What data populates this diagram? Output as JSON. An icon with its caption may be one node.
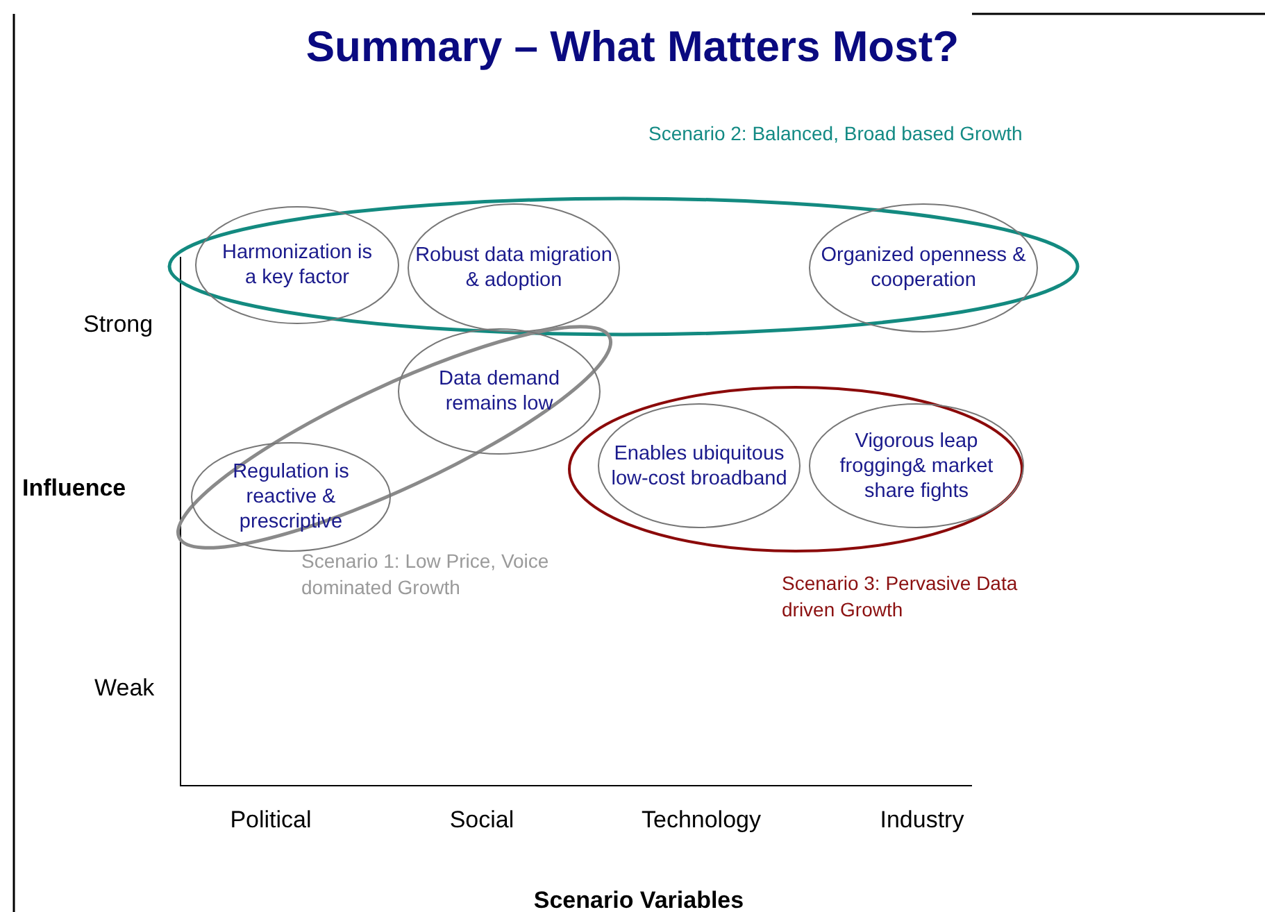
{
  "diagram": {
    "title": "Summary – What Matters Most?",
    "nodes": [
      {
        "text": [
          "Scenario 2: Balanced, Broad based Growth"
        ]
      },
      {
        "text": [
          "Harmonization is a key factor"
        ],
        "in": 0
      },
      {
        "text": [
          "Robust data migration & adoption"
        ],
        "in": 0
      },
      {
        "text": [
          "Organized openness & cooperation"
        ],
        "in": 0
      },
      {
        "text": [
          "Scenario 1: Low Price, Voice dominated Growth"
        ]
      },
      {
        "text": [
          "Data demand remains low"
        ],
        "in": 4
      },
      {
        "text": [
          "Regulation is reactive & prescriptive"
        ],
        "in": 4
      },
      {
        "text": [
          "Scenario 3: Pervasive Data driven Growth"
        ]
      },
      {
        "text": [
          "Enables ubiquitous low-cost broadband"
        ],
        "in": 7
      },
      {
        "text": [
          "Vigorous leap frogging& market share fights"
        ],
        "in": 7
      }
    ],
    "labels": [
      "Strong",
      "Influence",
      "Weak",
      "Political",
      "Social",
      "Technology",
      "Industry",
      "Scenario Variables"
    ]
  }
}
